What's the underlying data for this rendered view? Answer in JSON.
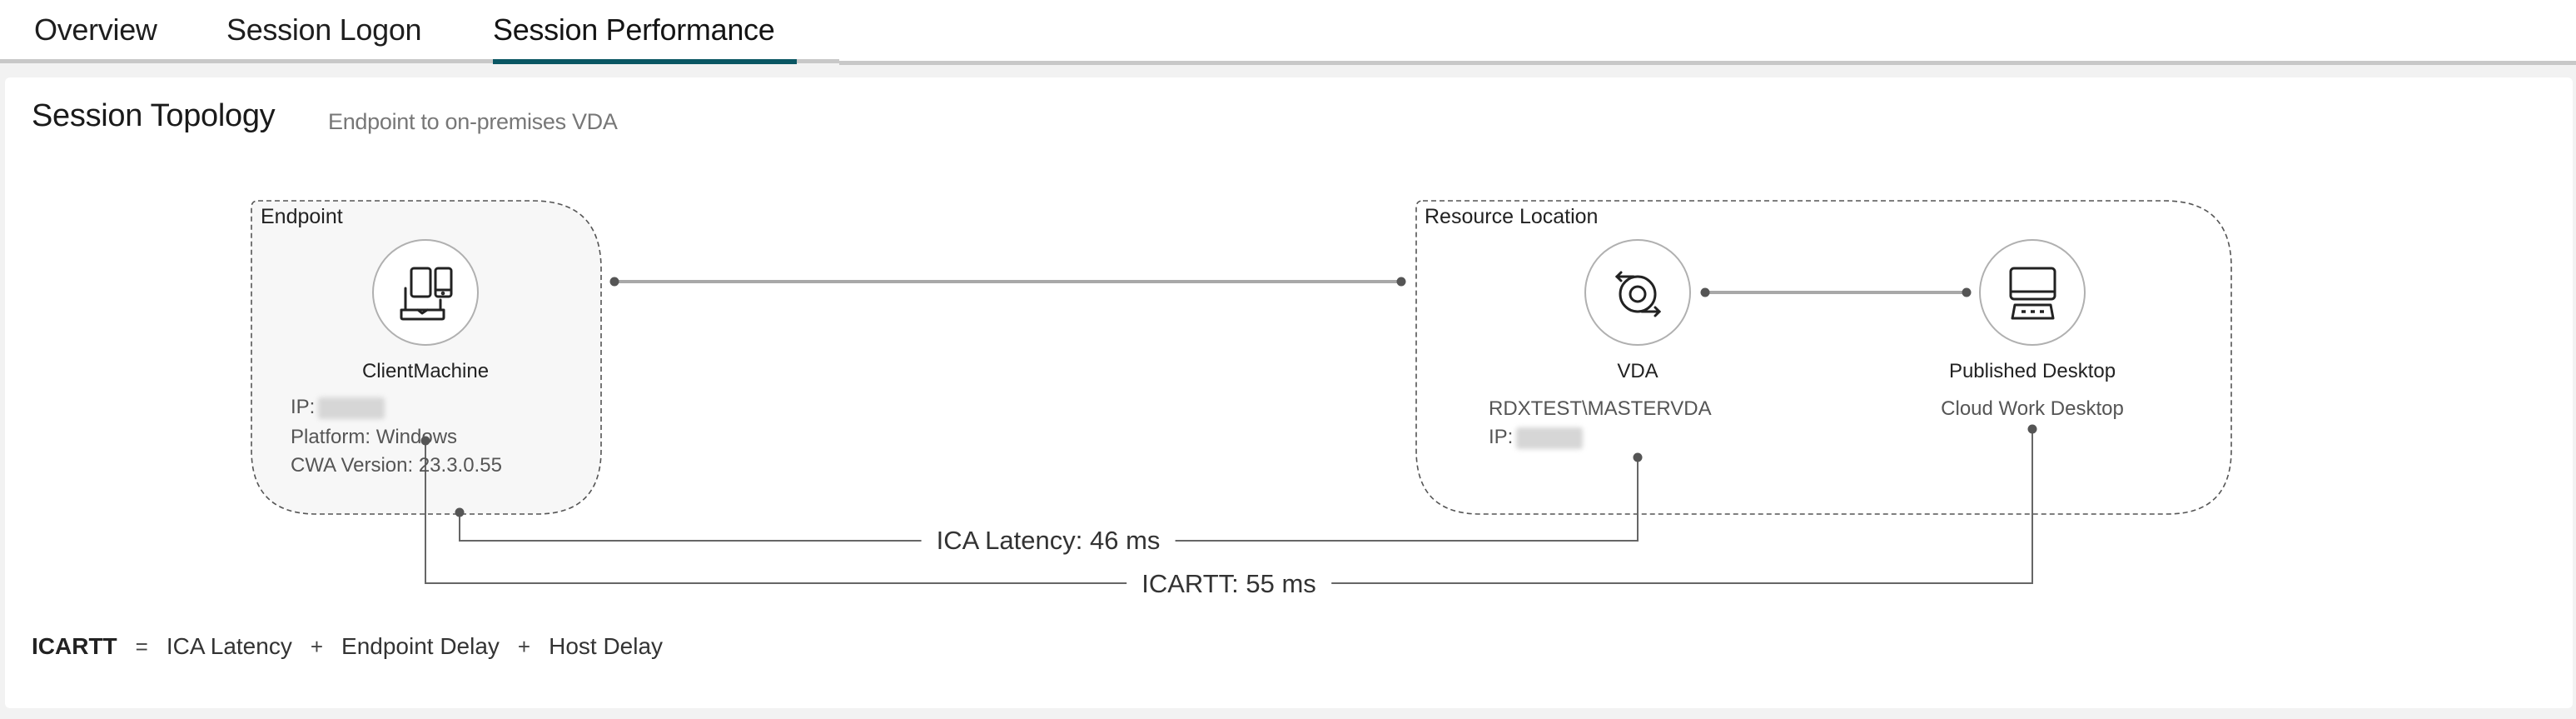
{
  "tabs": [
    {
      "label": "Overview",
      "active": false
    },
    {
      "label": "Session Logon",
      "active": false
    },
    {
      "label": "Session Performance",
      "active": true
    }
  ],
  "colors": {
    "active_tab_indicator": "#0a5663",
    "connector_line": "#a8a8a8",
    "endpoint_group_fill": "#f7f7f7"
  },
  "section": {
    "title": "Session Topology",
    "subtitle": "Endpoint to on-premises VDA"
  },
  "topology": {
    "endpoint_group": {
      "label": "Endpoint",
      "node": {
        "icon": "client-devices-icon",
        "name": "ClientMachine",
        "ip_label": "IP:",
        "ip_value_redacted": true,
        "platform": "Platform: Windows",
        "cwa_version": "CWA Version: 23.3.0.55"
      }
    },
    "resource_group": {
      "label": "Resource Location",
      "vda": {
        "icon": "vda-sync-icon",
        "name": "VDA",
        "machine": "RDXTEST\\MASTERVDA",
        "ip_label": "IP:",
        "ip_value_redacted": true
      },
      "published_desktop": {
        "icon": "desktop-computer-icon",
        "name": "Published Desktop",
        "detail": "Cloud Work Desktop"
      }
    },
    "metrics": {
      "ica_latency": "ICA Latency: 46 ms",
      "icartt": "ICARTT: 55 ms"
    }
  },
  "formula": {
    "result": "ICARTT",
    "equals": "=",
    "term1": "ICA Latency",
    "plus1": "+",
    "term2": "Endpoint Delay",
    "plus2": "+",
    "term3": "Host Delay"
  }
}
